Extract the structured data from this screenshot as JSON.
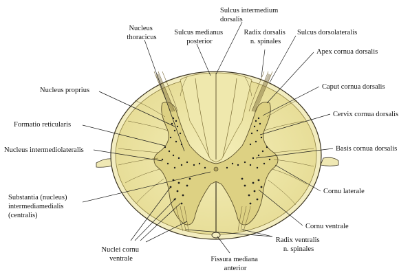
{
  "labels": {
    "sulcus_intermedium_dorsalis": [
      "Sulcus intermedium",
      "dorsalis"
    ],
    "nucleus_thoracicus": [
      "Nucleus",
      "thoracicus"
    ],
    "sulcus_medianus_posterior": [
      "Sulcus medianus",
      "posterior"
    ],
    "radix_dorsalis": [
      "Radix dorsalis",
      "n. spinales"
    ],
    "sulcus_dorsolateralis": "Sulcus dorsolateralis",
    "apex_cornua_dorsalis": "Apex cornua dorsalis",
    "nucleus_proprius": "Nucleus proprius",
    "caput_cornua_dorsalis": "Caput cornua dorsalis",
    "cervix_cornua_dorsalis": "Cervix cornua dorsalis",
    "formatio_reticularis": "Formatio reticularis",
    "nucleus_intermediolateralis": "Nucleus intermediolateralis",
    "basis_cornua_dorsalis": "Basis cornua dorsalis",
    "cornu_laterale": "Cornu laterale",
    "substantia_intermediomedialis": [
      "Substantia (nucleus)",
      "intermediamedialis",
      "(centralis)"
    ],
    "cornu_ventrale": "Cornu ventrale",
    "nuclei_cornu_ventrale": [
      "Nuclei cornu",
      "ventrale"
    ],
    "radix_ventralis": [
      "Radix ventralis",
      "n. spinales"
    ],
    "fissura_mediana_anterior": [
      "Fissura mediana",
      "anterior"
    ]
  },
  "colors": {
    "white_matter": "#efe7a8",
    "white_matter_edge": "#d8ce82",
    "grey_matter": "#e8df9a",
    "grey_matter_fill": "#d9cd7c",
    "outline": "#3a3320",
    "pia": "#f1eec9"
  }
}
